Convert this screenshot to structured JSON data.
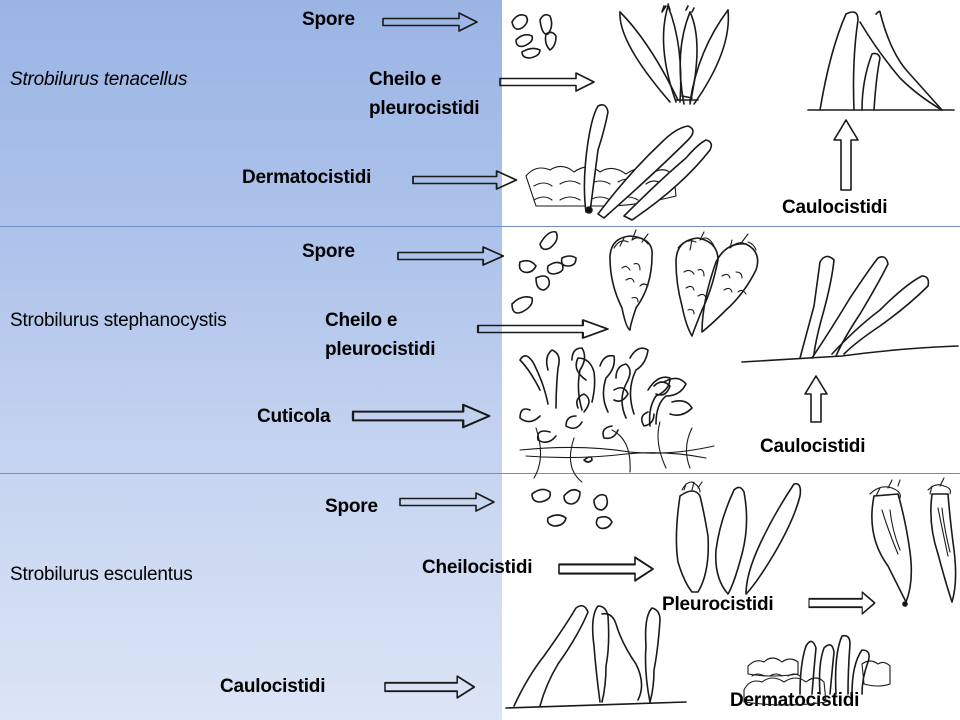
{
  "sections": [
    {
      "species": "Strobilurus tenacellus",
      "species_italic": true,
      "labels": {
        "spore": "Spore",
        "cheilo_line1": "Cheilo e",
        "cheilo_line2": "pleurocistidi",
        "dermato": "Dermatocistidi",
        "caulo": "Caulocistidi"
      }
    },
    {
      "species": "Strobilurus stephanocystis",
      "species_italic": false,
      "labels": {
        "spore": "Spore",
        "cheilo_line1": "Cheilo e",
        "cheilo_line2": "pleurocistidi",
        "cuticola": "Cuticola",
        "caulo": "Caulocistidi"
      }
    },
    {
      "species": "Strobilurus  esculentus",
      "species_italic": false,
      "labels": {
        "spore": "Spore",
        "cheilo": "Cheilocistidi",
        "pleuro": "Pleurocistidi",
        "caulo": "Caulocistidi",
        "dermato": "Dermatocistidi"
      }
    }
  ],
  "colors": {
    "panel_top": "#9ab4e4",
    "panel_bottom": "#dce5f6",
    "arrow": "#4a78c0",
    "divider": "#6f8fc4"
  },
  "icons": {
    "arrow": "right-arrow-icon / up-arrow-icon"
  }
}
